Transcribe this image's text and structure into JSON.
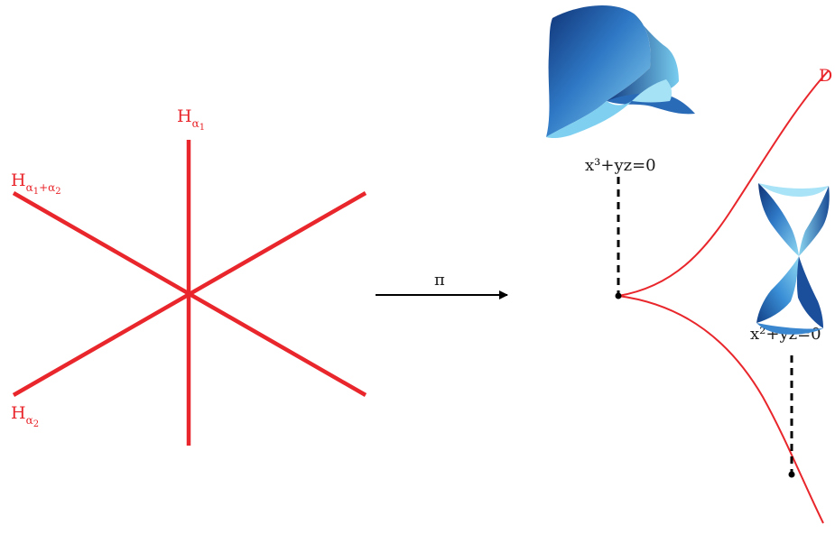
{
  "colors": {
    "hyperplane": "#e8262b",
    "curve": "#e8262b",
    "arrow": "#000000",
    "surface_dark": "#123f86",
    "surface_light": "#5cc0ea"
  },
  "hyperplanes": {
    "alpha1": {
      "base": "H",
      "sub": "α",
      "subsub": "1",
      "plus": "",
      "subsub2": ""
    },
    "alpha1_plus_alpha2": {
      "base": "H",
      "sub": "α",
      "subsub": "1",
      "plus": "+α",
      "subsub2": "2"
    },
    "alpha2": {
      "base": "H",
      "sub": "α",
      "subsub": "2",
      "plus": "",
      "subsub2": ""
    }
  },
  "map_label": "π",
  "curve_label": "D",
  "cusp_equation": "x³+yz=0",
  "node_equation": "x²+yz=0",
  "icons": {
    "cusp_surface": "cusp-singularity-surface-icon",
    "node_surface": "quadric-cone-surface-icon"
  }
}
